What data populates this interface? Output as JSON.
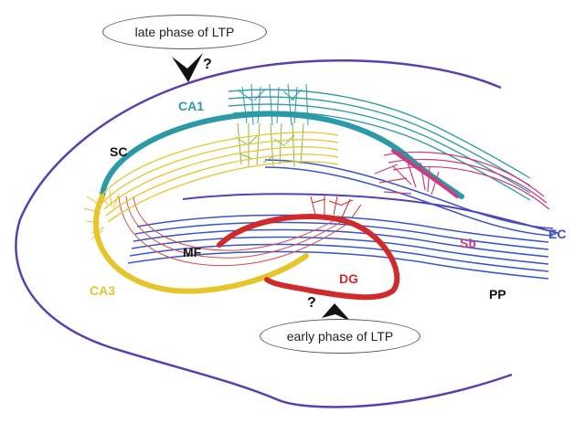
{
  "callouts": {
    "late": "late phase of LTP",
    "early": "early phase of LTP"
  },
  "marks": {
    "late_q": "?",
    "early_q": "?"
  },
  "regions": {
    "ca1": "CA1",
    "sc": "SC",
    "ca3": "CA3",
    "mf": "MF",
    "dg": "DG",
    "sb": "Sb",
    "ec": "EC",
    "pp": "PP"
  },
  "colors": {
    "outline": "#5b3fb0",
    "ca1": "#2a9aa6",
    "ca3": "#e6c52a",
    "dg": "#d12a2a",
    "sb": "#cc3b7f",
    "ec": "#3a55c8",
    "dendrites": "#7cbf3c",
    "ink": "#111111"
  }
}
